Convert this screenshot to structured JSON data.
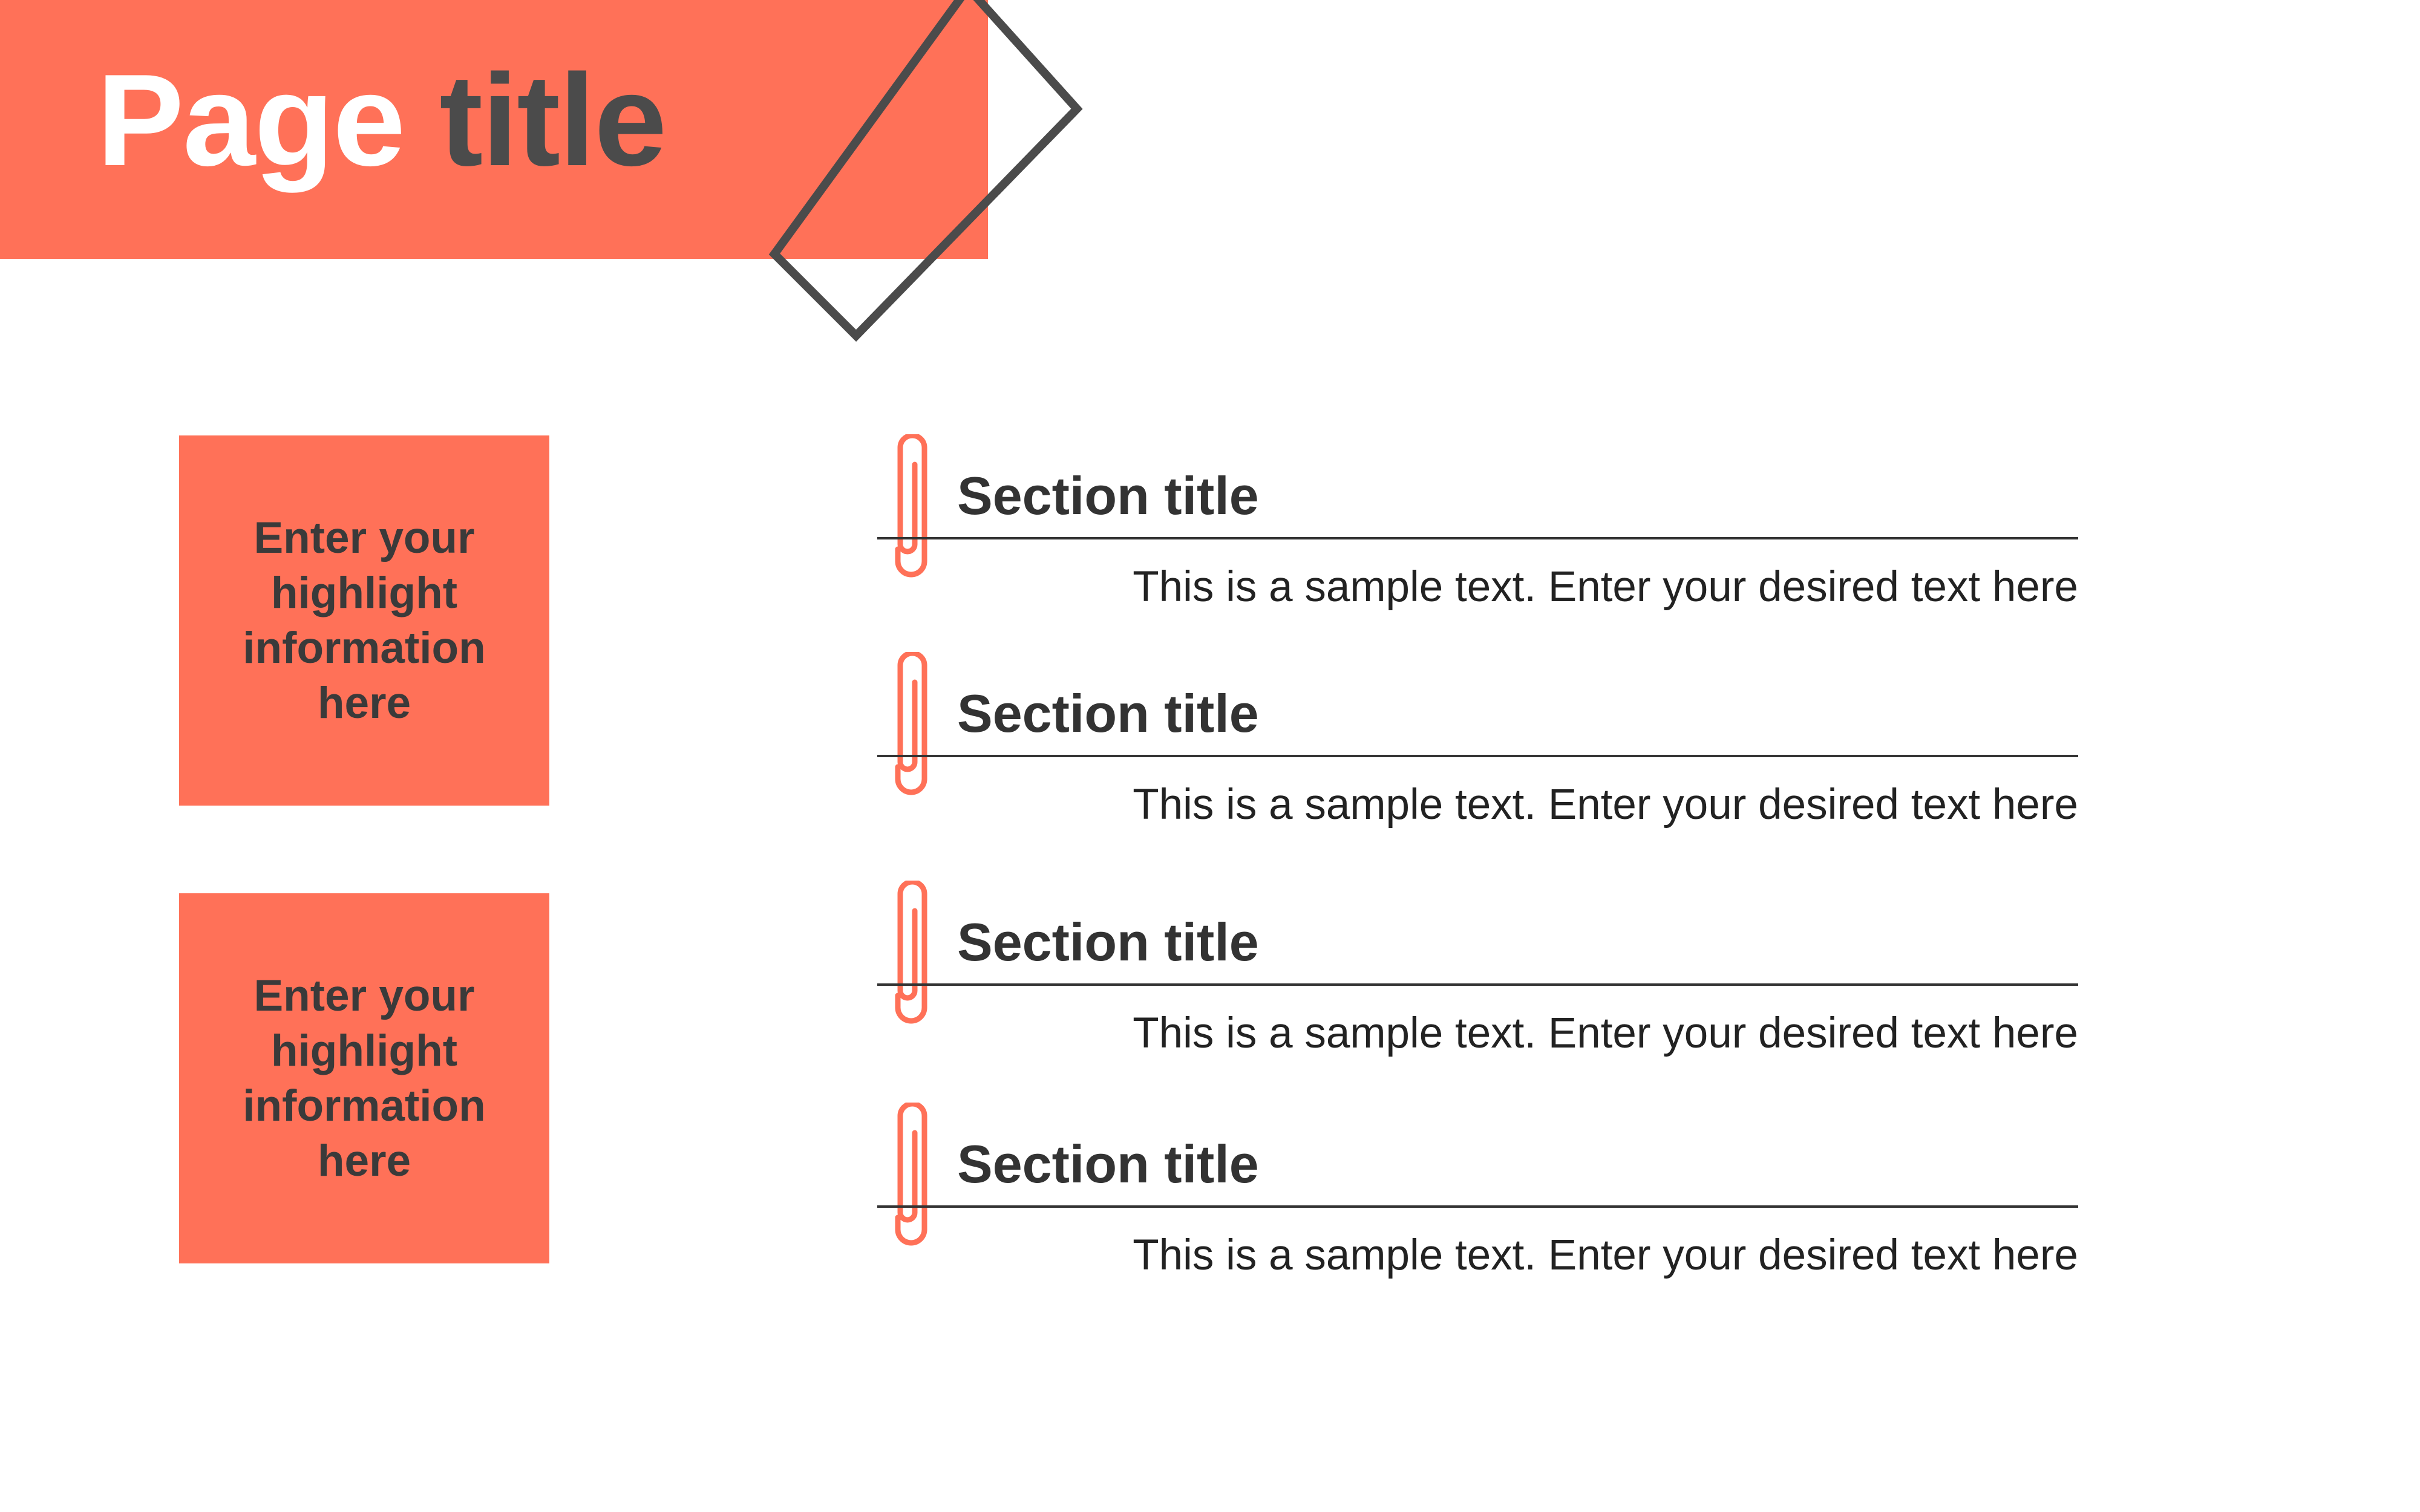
{
  "colors": {
    "accent": "#FF7158",
    "dark": "#4B4B4B",
    "text": "#333333",
    "background": "#FFFFFF"
  },
  "header": {
    "title_word_1": "Page",
    "title_word_2": "title"
  },
  "highlights": [
    {
      "text": "Enter your highlight information here"
    },
    {
      "text": "Enter your highlight information here"
    }
  ],
  "sections": [
    {
      "icon": "paperclip-icon",
      "title": "Section title",
      "text": "This is a sample text. Enter your desired text here"
    },
    {
      "icon": "paperclip-icon",
      "title": "Section title",
      "text": "This is a sample text. Enter your desired text here"
    },
    {
      "icon": "paperclip-icon",
      "title": "Section title",
      "text": "This is a sample text. Enter your desired text here"
    },
    {
      "icon": "paperclip-icon",
      "title": "Section title",
      "text": "This is a sample text. Enter your desired text here"
    }
  ]
}
